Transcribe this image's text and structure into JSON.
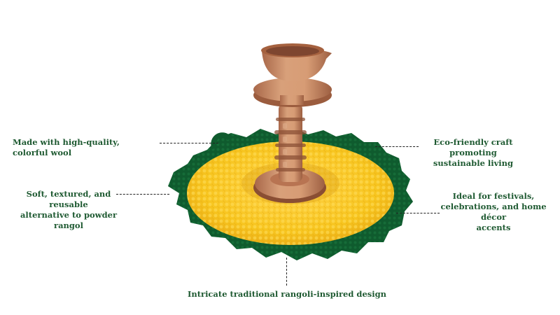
{
  "callouts": {
    "wool": "Made with high-quality, colorful wool",
    "eco": "Eco-friendly craft promoting\nsustainable living",
    "soft": "Soft, textured, and reusable\nalternative to powder\nrangol",
    "festivals": "Ideal for festivals,\ncelebrations, and home décor\naccents",
    "design": "Intricate traditional rangoli-inspired design"
  },
  "colors": {
    "text": "#1f5a32",
    "leaf_green": "#0f5b2e",
    "wool_yellow": "#f5c21b",
    "clay": "#c98c63"
  },
  "image": {
    "subject": "clay-diya-on-crochet-rangoli-mat"
  }
}
